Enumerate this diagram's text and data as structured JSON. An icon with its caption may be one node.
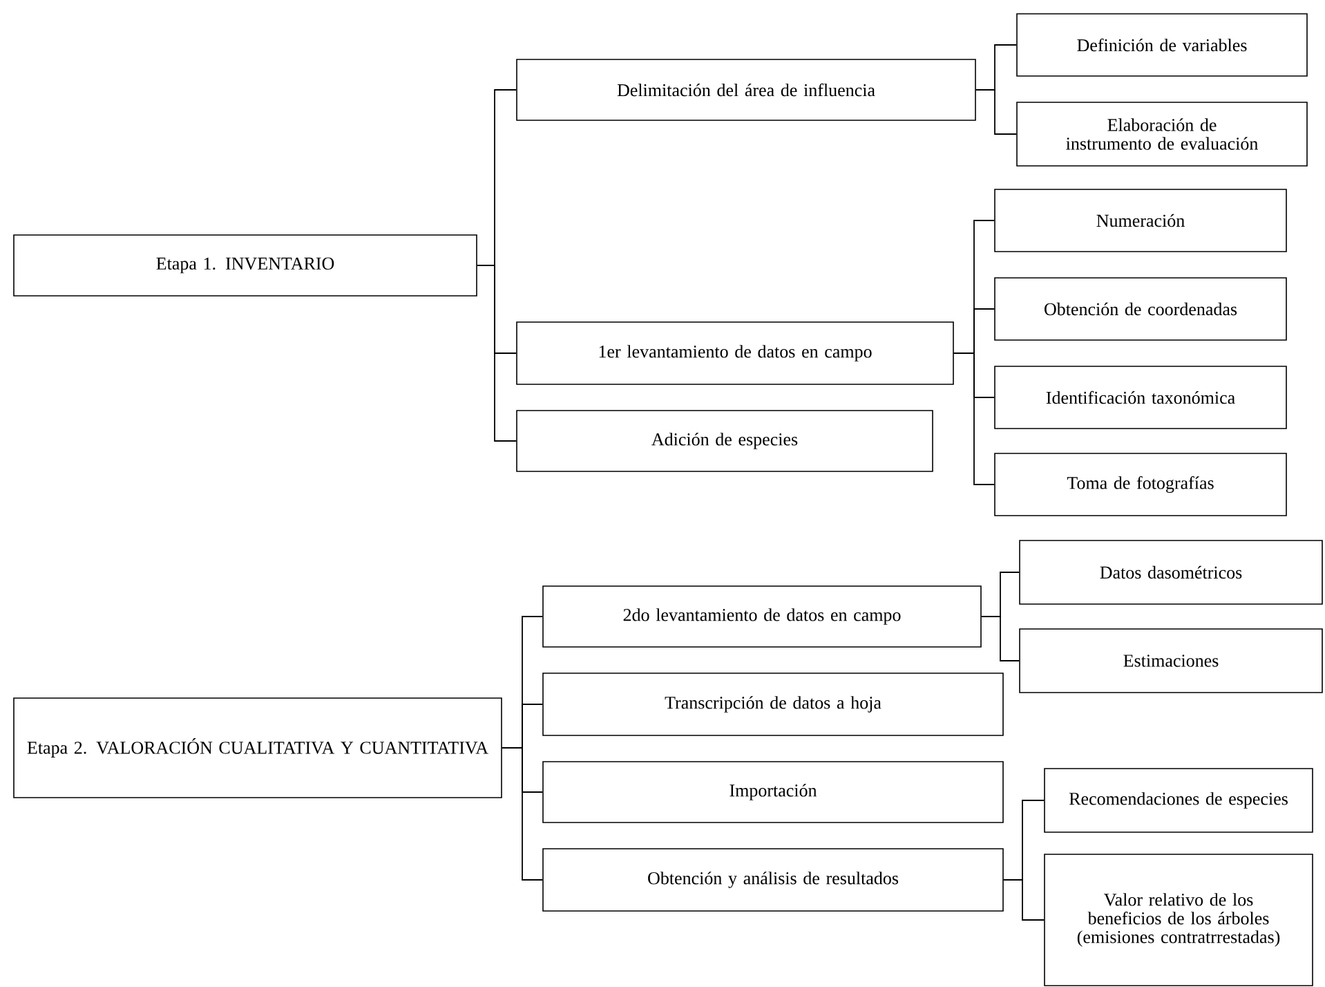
{
  "diagram": {
    "nodes": [
      {
        "text": [
          "Etapa 1. INVENTARIO"
        ]
      },
      {
        "text": [
          "Delimitación del área de influencia"
        ]
      },
      {
        "text": [
          "Definición de variables"
        ]
      },
      {
        "text": [
          "Elaboración de instrumento de evaluación"
        ]
      },
      {
        "text": [
          "1er levantamiento de datos en campo"
        ]
      },
      {
        "text": [
          "Adición de especies"
        ]
      },
      {
        "text": [
          "Numeración"
        ]
      },
      {
        "text": [
          "Obtención de coordenadas"
        ]
      },
      {
        "text": [
          "Identificación taxonómica"
        ]
      },
      {
        "text": [
          "Toma de fotografías"
        ]
      },
      {
        "text": [
          "Etapa 2. VALORACIÓN CUALITATIVA Y CUANTITATIVA"
        ]
      },
      {
        "text": [
          "2do levantamiento de datos en campo"
        ]
      },
      {
        "text": [
          "Transcripción de datos a hoja"
        ]
      },
      {
        "text": [
          "Importación"
        ]
      },
      {
        "text": [
          "Obtención y análisis de resultados"
        ]
      },
      {
        "text": [
          "Datos dasométricos"
        ]
      },
      {
        "text": [
          "Estimaciones"
        ]
      },
      {
        "text": [
          "Recomendaciones de especies"
        ]
      },
      {
        "text": [
          "Valor relativo de los beneficios de los árboles (emisiones contratrrestadas)"
        ]
      }
    ],
    "edges": [
      {
        "from": 0,
        "to": 1,
        "arrow": "none"
      },
      {
        "from": 0,
        "to": 4,
        "arrow": "none"
      },
      {
        "from": 0,
        "to": 5,
        "arrow": "none"
      },
      {
        "from": 1,
        "to": 2,
        "arrow": "none"
      },
      {
        "from": 1,
        "to": 3,
        "arrow": "none"
      },
      {
        "from": 4,
        "to": 6,
        "arrow": "none"
      },
      {
        "from": 4,
        "to": 7,
        "arrow": "none"
      },
      {
        "from": 4,
        "to": 8,
        "arrow": "none"
      },
      {
        "from": 4,
        "to": 9,
        "arrow": "none"
      },
      {
        "from": 10,
        "to": 11,
        "arrow": "none"
      },
      {
        "from": 10,
        "to": 12,
        "arrow": "none"
      },
      {
        "from": 10,
        "to": 13,
        "arrow": "none"
      },
      {
        "from": 10,
        "to": 14,
        "arrow": "none"
      },
      {
        "from": 11,
        "to": 15,
        "arrow": "none"
      },
      {
        "from": 11,
        "to": 16,
        "arrow": "none"
      },
      {
        "from": 14,
        "to": 17,
        "arrow": "none"
      },
      {
        "from": 14,
        "to": 18,
        "arrow": "none"
      }
    ]
  }
}
